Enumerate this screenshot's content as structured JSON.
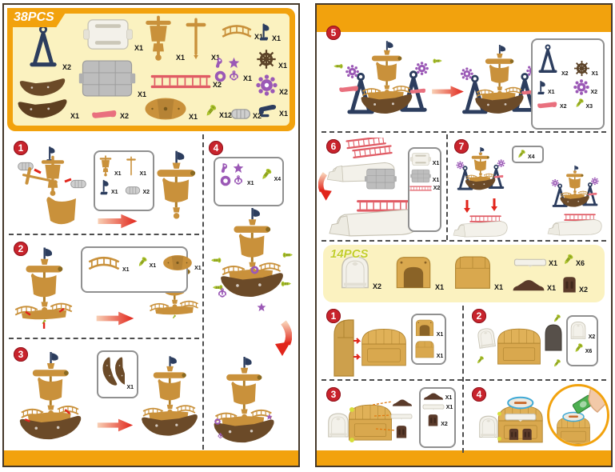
{
  "palette": {
    "orange": "#F2A20D",
    "pale_yellow": "#FBF2C0",
    "badge_red": "#C8232C",
    "arrow_red": "#E1251B",
    "navy": "#2C3D5E",
    "tan": "#C9913B",
    "hull_brown": "#6B4A28",
    "purple": "#9B59B6",
    "pink_rail": "#E05B64",
    "screw_green": "#A9C129"
  },
  "left_page": {
    "parts_box": {
      "title": "38PCS",
      "parts": [
        {
          "name": "a-frame-stand",
          "qty": "X2"
        },
        {
          "name": "hull-pair",
          "qty": "X1"
        },
        {
          "name": "white-base-plate",
          "qty": "X1"
        },
        {
          "name": "gray-deck-plate",
          "qty": "X1"
        },
        {
          "name": "pink-connector",
          "qty": "X2"
        },
        {
          "name": "sail-mast",
          "qty": "X1"
        },
        {
          "name": "cross-mast",
          "qty": "X1"
        },
        {
          "name": "pink-railing",
          "qty": "X2"
        },
        {
          "name": "stern-deck",
          "qty": "X1"
        },
        {
          "name": "curved-railing",
          "qty": "X1"
        },
        {
          "name": "purple-ornaments",
          "qty": "X1"
        },
        {
          "name": "screw",
          "qty": "X12"
        },
        {
          "name": "flag",
          "qty": "X1"
        },
        {
          "name": "ship-wheel",
          "qty": "X1"
        },
        {
          "name": "purple-gear",
          "qty": "X2"
        },
        {
          "name": "barrel-connector",
          "qty": "X2"
        },
        {
          "name": "cannon",
          "qty": "X1"
        }
      ]
    },
    "steps": [
      {
        "number": "1",
        "inset_parts": [
          {
            "name": "sail-mast",
            "qty": "X1"
          },
          {
            "name": "cross-mast",
            "qty": "X1"
          },
          {
            "name": "flag",
            "qty": "X1"
          },
          {
            "name": "barrel-connector",
            "qty": "X2"
          }
        ]
      },
      {
        "number": "2",
        "inset_parts": [
          {
            "name": "curved-railing",
            "qty": "X1"
          },
          {
            "name": "screw",
            "qty": "X1"
          },
          {
            "name": "stern-deck",
            "qty": "X1"
          }
        ]
      },
      {
        "number": "3",
        "inset_parts": [
          {
            "name": "hull-pair",
            "qty": "X1"
          }
        ]
      },
      {
        "number": "4",
        "inset_parts": [
          {
            "name": "purple-ornaments",
            "qty": "X1"
          },
          {
            "name": "screw",
            "qty": "X4"
          }
        ]
      }
    ]
  },
  "right_page": {
    "steps_top": [
      {
        "number": "5",
        "inset_parts": [
          {
            "name": "a-frame-stand",
            "qty": "X2"
          },
          {
            "name": "ship-wheel",
            "qty": "X1"
          },
          {
            "name": "mast-holder",
            "qty": "X1"
          },
          {
            "name": "purple-gear",
            "qty": "X2"
          },
          {
            "name": "pink-connector",
            "qty": "X2"
          },
          {
            "name": "screw",
            "qty": "X3"
          }
        ]
      },
      {
        "number": "6",
        "inset_parts": [
          {
            "name": "white-base-plate",
            "qty": "X1"
          },
          {
            "name": "gray-deck-plate",
            "qty": "X1"
          },
          {
            "name": "pink-railing",
            "qty": "X2"
          }
        ]
      },
      {
        "number": "7",
        "inset_parts": [
          {
            "name": "screw",
            "qty": "X4"
          }
        ]
      }
    ],
    "parts_box": {
      "title": "14PCS",
      "parts": [
        {
          "name": "arched-panel",
          "qty": "X2"
        },
        {
          "name": "chest-front",
          "qty": "X1"
        },
        {
          "name": "chest-back",
          "qty": "X1"
        },
        {
          "name": "white-beam",
          "qty": "X1"
        },
        {
          "name": "screw",
          "qty": "X6"
        },
        {
          "name": "roof-arch",
          "qty": "X1"
        },
        {
          "name": "door",
          "qty": "X2"
        }
      ]
    },
    "steps_bottom": [
      {
        "number": "1",
        "inset_parts": [
          {
            "name": "chest-front",
            "qty": "X1"
          },
          {
            "name": "chest-back",
            "qty": "X1"
          }
        ]
      },
      {
        "number": "2",
        "inset_parts": [
          {
            "name": "arched-panel",
            "qty": "X2"
          },
          {
            "name": "screw",
            "qty": "X6"
          }
        ]
      },
      {
        "number": "3",
        "inset_parts": [
          {
            "name": "roof-arch",
            "qty": "X1"
          },
          {
            "name": "white-beam",
            "qty": "X1"
          },
          {
            "name": "door",
            "qty": "X2"
          }
        ]
      },
      {
        "number": "4",
        "inset_parts": []
      }
    ]
  }
}
